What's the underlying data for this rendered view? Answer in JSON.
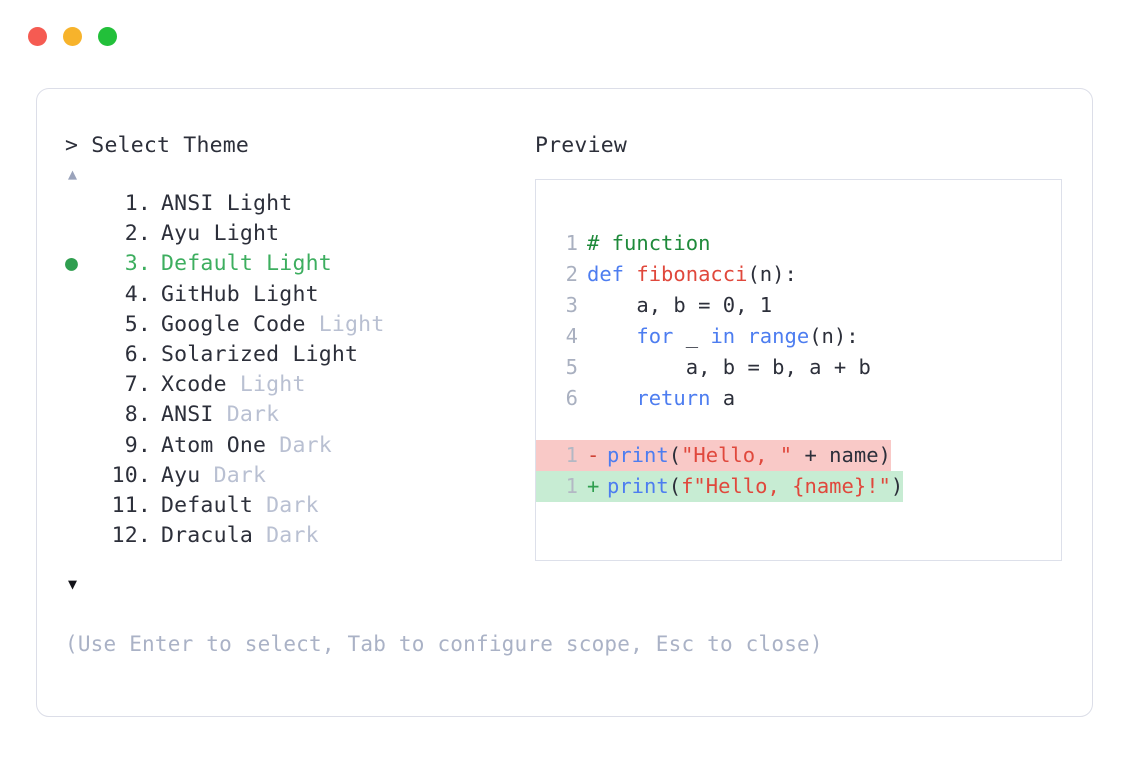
{
  "window": {
    "traffic_lights": [
      {
        "name": "close",
        "color": "#f55b52"
      },
      {
        "name": "minimize",
        "color": "#f7b32b"
      },
      {
        "name": "maximize",
        "color": "#22c03a"
      }
    ]
  },
  "left_panel": {
    "prompt_symbol": "> ",
    "prompt_title": "Select Theme",
    "scroll_up_icon": "▲",
    "scroll_down_icon": "▼",
    "selected_bullet": "●",
    "themes": [
      {
        "num": "1.",
        "name": "ANSI",
        "suffix": "Light",
        "suffix_dim": false,
        "selected": false
      },
      {
        "num": "2.",
        "name": "Ayu",
        "suffix": "Light",
        "suffix_dim": false,
        "selected": false
      },
      {
        "num": "3.",
        "name": "Default",
        "suffix": "Light",
        "suffix_dim": false,
        "selected": true
      },
      {
        "num": "4.",
        "name": "GitHub",
        "suffix": "Light",
        "suffix_dim": false,
        "selected": false
      },
      {
        "num": "5.",
        "name": "Google Code",
        "suffix": "Light",
        "suffix_dim": true,
        "selected": false
      },
      {
        "num": "6.",
        "name": "Solarized",
        "suffix": "Light",
        "suffix_dim": false,
        "selected": false
      },
      {
        "num": "7.",
        "name": "Xcode",
        "suffix": "Light",
        "suffix_dim": true,
        "selected": false
      },
      {
        "num": "8.",
        "name": "ANSI",
        "suffix": "Dark",
        "suffix_dim": true,
        "selected": false
      },
      {
        "num": "9.",
        "name": "Atom One",
        "suffix": "Dark",
        "suffix_dim": true,
        "selected": false
      },
      {
        "num": "10.",
        "name": "Ayu",
        "suffix": "Dark",
        "suffix_dim": true,
        "selected": false
      },
      {
        "num": "11.",
        "name": "Default",
        "suffix": "Dark",
        "suffix_dim": true,
        "selected": false
      },
      {
        "num": "12.",
        "name": "Dracula",
        "suffix": "Dark",
        "suffix_dim": true,
        "selected": false
      }
    ],
    "footer_hint": "(Use Enter to select, Tab to configure scope, Esc to close)"
  },
  "right_panel": {
    "preview_title": "Preview",
    "code_lines": [
      {
        "ln": "1",
        "tokens": [
          {
            "t": "# function",
            "c": "comment"
          }
        ]
      },
      {
        "ln": "2",
        "tokens": [
          {
            "t": "def ",
            "c": "keyword"
          },
          {
            "t": "fibonacci",
            "c": "func"
          },
          {
            "t": "(n):",
            "c": "plain"
          }
        ]
      },
      {
        "ln": "3",
        "tokens": [
          {
            "t": "    a, b = 0, 1",
            "c": "plain"
          }
        ]
      },
      {
        "ln": "4",
        "tokens": [
          {
            "t": "    ",
            "c": "plain"
          },
          {
            "t": "for",
            "c": "keyword"
          },
          {
            "t": " _ ",
            "c": "plain"
          },
          {
            "t": "in range",
            "c": "keyword"
          },
          {
            "t": "(n):",
            "c": "plain"
          }
        ]
      },
      {
        "ln": "5",
        "tokens": [
          {
            "t": "        a, b = b, a + b",
            "c": "plain"
          }
        ]
      },
      {
        "ln": "6",
        "tokens": [
          {
            "t": "    ",
            "c": "plain"
          },
          {
            "t": "return",
            "c": "keyword"
          },
          {
            "t": " a",
            "c": "plain"
          }
        ]
      }
    ],
    "diff_lines": [
      {
        "ln": "1",
        "sign": "-",
        "kind": "del",
        "tokens": [
          {
            "t": "print",
            "c": "keyword"
          },
          {
            "t": "(",
            "c": "plain"
          },
          {
            "t": "\"Hello, \"",
            "c": "string"
          },
          {
            "t": " + name)",
            "c": "plain"
          }
        ]
      },
      {
        "ln": "1",
        "sign": "+",
        "kind": "add",
        "tokens": [
          {
            "t": "print",
            "c": "keyword"
          },
          {
            "t": "(",
            "c": "plain"
          },
          {
            "t": "f\"Hello, {name}!\"",
            "c": "string"
          },
          {
            "t": ")",
            "c": "plain"
          }
        ]
      }
    ]
  },
  "colors": {
    "comment": "#1f8a3b",
    "keyword": "#4d7df0",
    "function": "#e0483c",
    "string": "#e0483c",
    "selected": "#3dae5f",
    "dim": "#b9c0d2",
    "diff_del_bg": "#f9c9c7",
    "diff_add_bg": "#c7ecd3"
  }
}
